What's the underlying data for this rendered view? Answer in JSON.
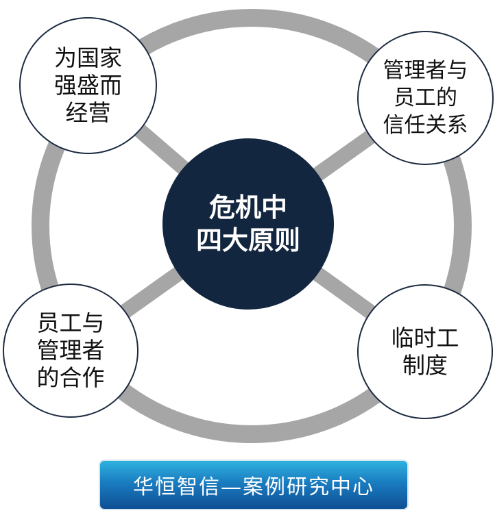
{
  "center": {
    "label": "危机中\n四大原则"
  },
  "principles": [
    {
      "label": "为国家\n强盛而\n经营"
    },
    {
      "label": "管理者与\n员工的\n信任关系"
    },
    {
      "label": "员工与\n管理者\n的合作"
    },
    {
      "label": "临时工\n制度"
    }
  ],
  "footer": {
    "label": "华恒智信—案例研究中心"
  },
  "colors": {
    "ring": "#a6a6a6",
    "center_fill": "#13263f",
    "banner": "#1a7cc0"
  }
}
